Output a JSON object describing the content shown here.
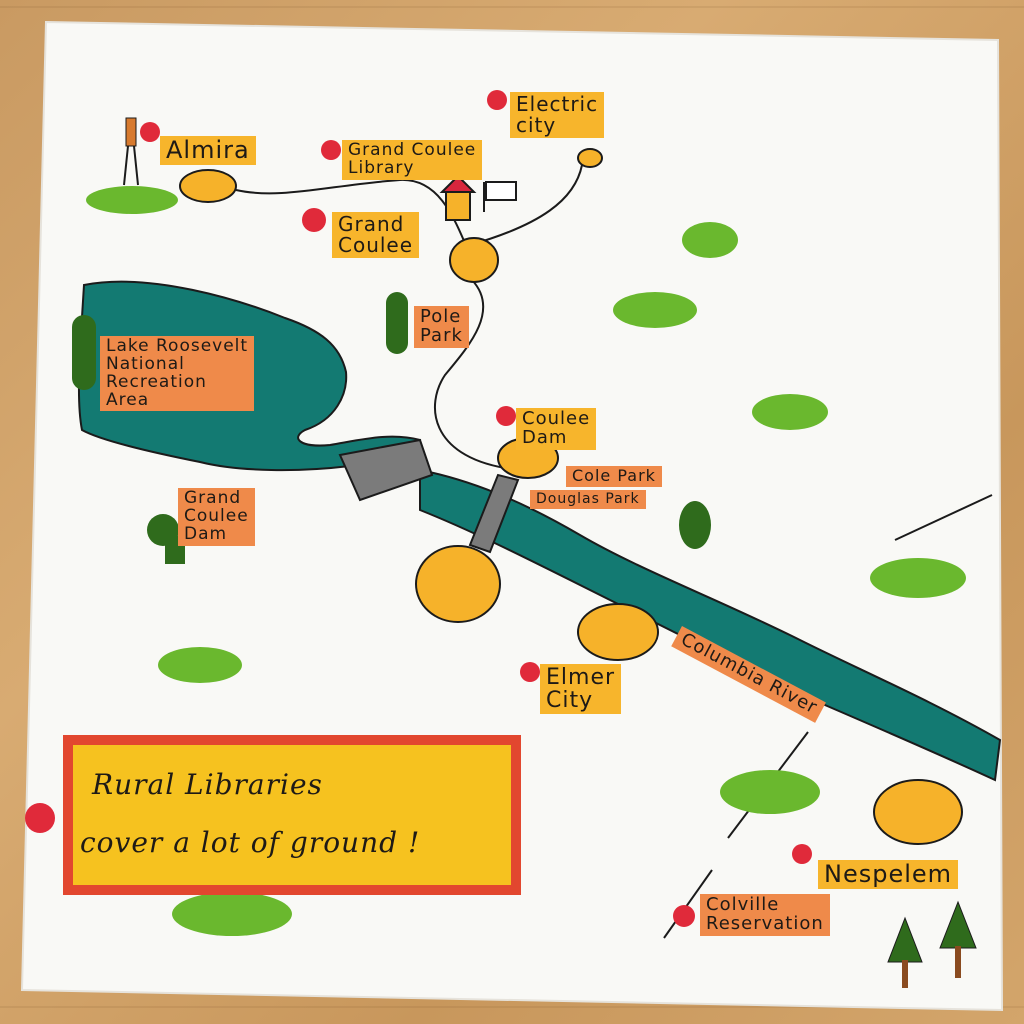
{
  "map": {
    "places": {
      "almira": "Almira",
      "grand_coulee_library": "Grand Coulee\nLibrary",
      "electric_city": "Electric\ncity",
      "grand_coulee": "Grand\nCoulee",
      "pole_park": "Pole\nPark",
      "lake_roosevelt": "Lake Roosevelt\nNational\nRecreation\nArea",
      "coulee_dam": "Coulee\nDam",
      "cole_park": "Cole Park",
      "douglas_park": "Douglas Park",
      "grand_coulee_dam": "Grand\nCoulee\nDam",
      "elmer_city": "Elmer\nCity",
      "columbia_river": "Columbia River",
      "nespelem": "Nespelem",
      "colville_reservation": "Colville\nReservation"
    },
    "banner": {
      "line1": "Rural Libraries",
      "line2": "cover a lot of ground !"
    }
  },
  "colors": {
    "paper": "#f9f9f6",
    "river": "#137a72",
    "town": "#f6b22a",
    "label_yellow": "#f7b52c",
    "label_orange": "#ef8a4a",
    "grass": "#6ab82e",
    "tree": "#2f6b1c",
    "marker": "#e02a3a",
    "banner_border": "#e2472f"
  }
}
